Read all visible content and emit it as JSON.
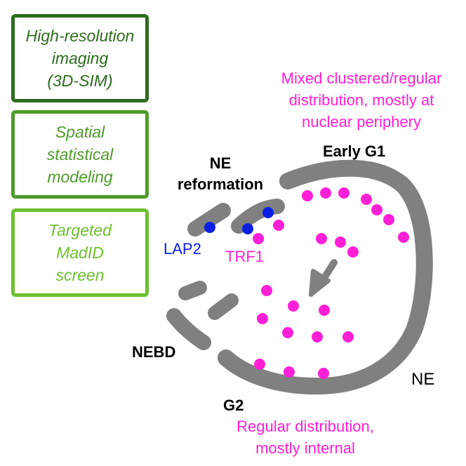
{
  "panels": {
    "imaging": "High-resolution\nimaging\n(3D-SIM)",
    "modeling": "Spatial\nstatistical\nmodeling",
    "screen": "Targeted\nMadID\nscreen"
  },
  "labels": {
    "top_note": "Mixed clustered/regular\ndistribution, mostly at\nnuclear periphery",
    "early_g1": "Early G1",
    "ne_reformation": "NE\nreformation",
    "lap2": "LAP2",
    "trf1": "TRF1",
    "nebd": "NEBD",
    "ne": "NE",
    "g2": "G2",
    "bottom_note": "Regular distribution,\nmostly internal"
  },
  "colors": {
    "dark_green": "#2d6b1e",
    "mid_green": "#4e9a2a",
    "light_green": "#6cbf2e",
    "envelope_gray": "#808080",
    "trf1_magenta": "#ff1fd6",
    "lap2_blue": "#0a1fe6"
  }
}
